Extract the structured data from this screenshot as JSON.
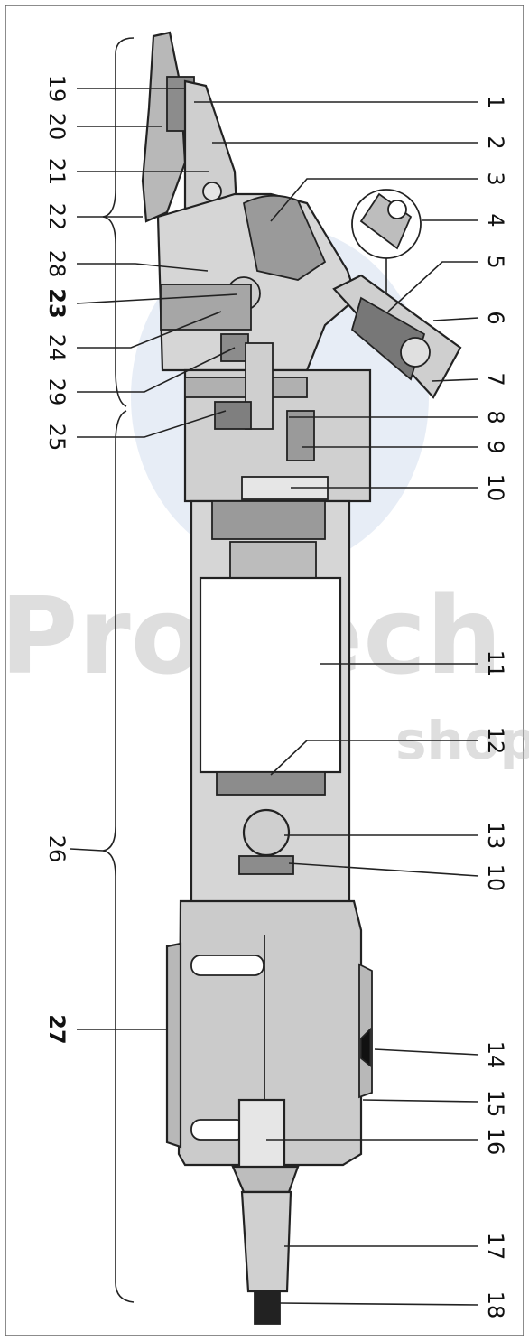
{
  "watermark": {
    "main": "Pro-Tech",
    "sub": "shop"
  },
  "colors": {
    "body": "#cfcfcf",
    "body_dark": "#9a9a9a",
    "metal": "#b8b8b8",
    "accent_blue": "#c9d8ec",
    "ink": "#222222"
  },
  "right_labels": [
    {
      "id": "r1",
      "text": "1"
    },
    {
      "id": "r2",
      "text": "2"
    },
    {
      "id": "r3",
      "text": "3"
    },
    {
      "id": "r4",
      "text": "4"
    },
    {
      "id": "r5",
      "text": "5"
    },
    {
      "id": "r6",
      "text": "6"
    },
    {
      "id": "r7",
      "text": "7"
    },
    {
      "id": "r8",
      "text": "8"
    },
    {
      "id": "r9",
      "text": "9"
    },
    {
      "id": "r10",
      "text": "10"
    },
    {
      "id": "r11",
      "text": "11"
    },
    {
      "id": "r12",
      "text": "12"
    },
    {
      "id": "r13",
      "text": "13"
    },
    {
      "id": "r10b",
      "text": "10"
    },
    {
      "id": "r14",
      "text": "14"
    },
    {
      "id": "r15",
      "text": "15"
    },
    {
      "id": "r16",
      "text": "16"
    },
    {
      "id": "r17",
      "text": "17"
    },
    {
      "id": "r18",
      "text": "18"
    }
  ],
  "left_labels": [
    {
      "id": "l19",
      "text": "19"
    },
    {
      "id": "l20",
      "text": "20"
    },
    {
      "id": "l21",
      "text": "21"
    },
    {
      "id": "l22",
      "text": "22"
    },
    {
      "id": "l28",
      "text": "28"
    },
    {
      "id": "l23",
      "text": "23"
    },
    {
      "id": "l24",
      "text": "24"
    },
    {
      "id": "l29",
      "text": "29"
    },
    {
      "id": "l25",
      "text": "25"
    },
    {
      "id": "l26",
      "text": "26"
    },
    {
      "id": "l27",
      "text": "27"
    }
  ]
}
